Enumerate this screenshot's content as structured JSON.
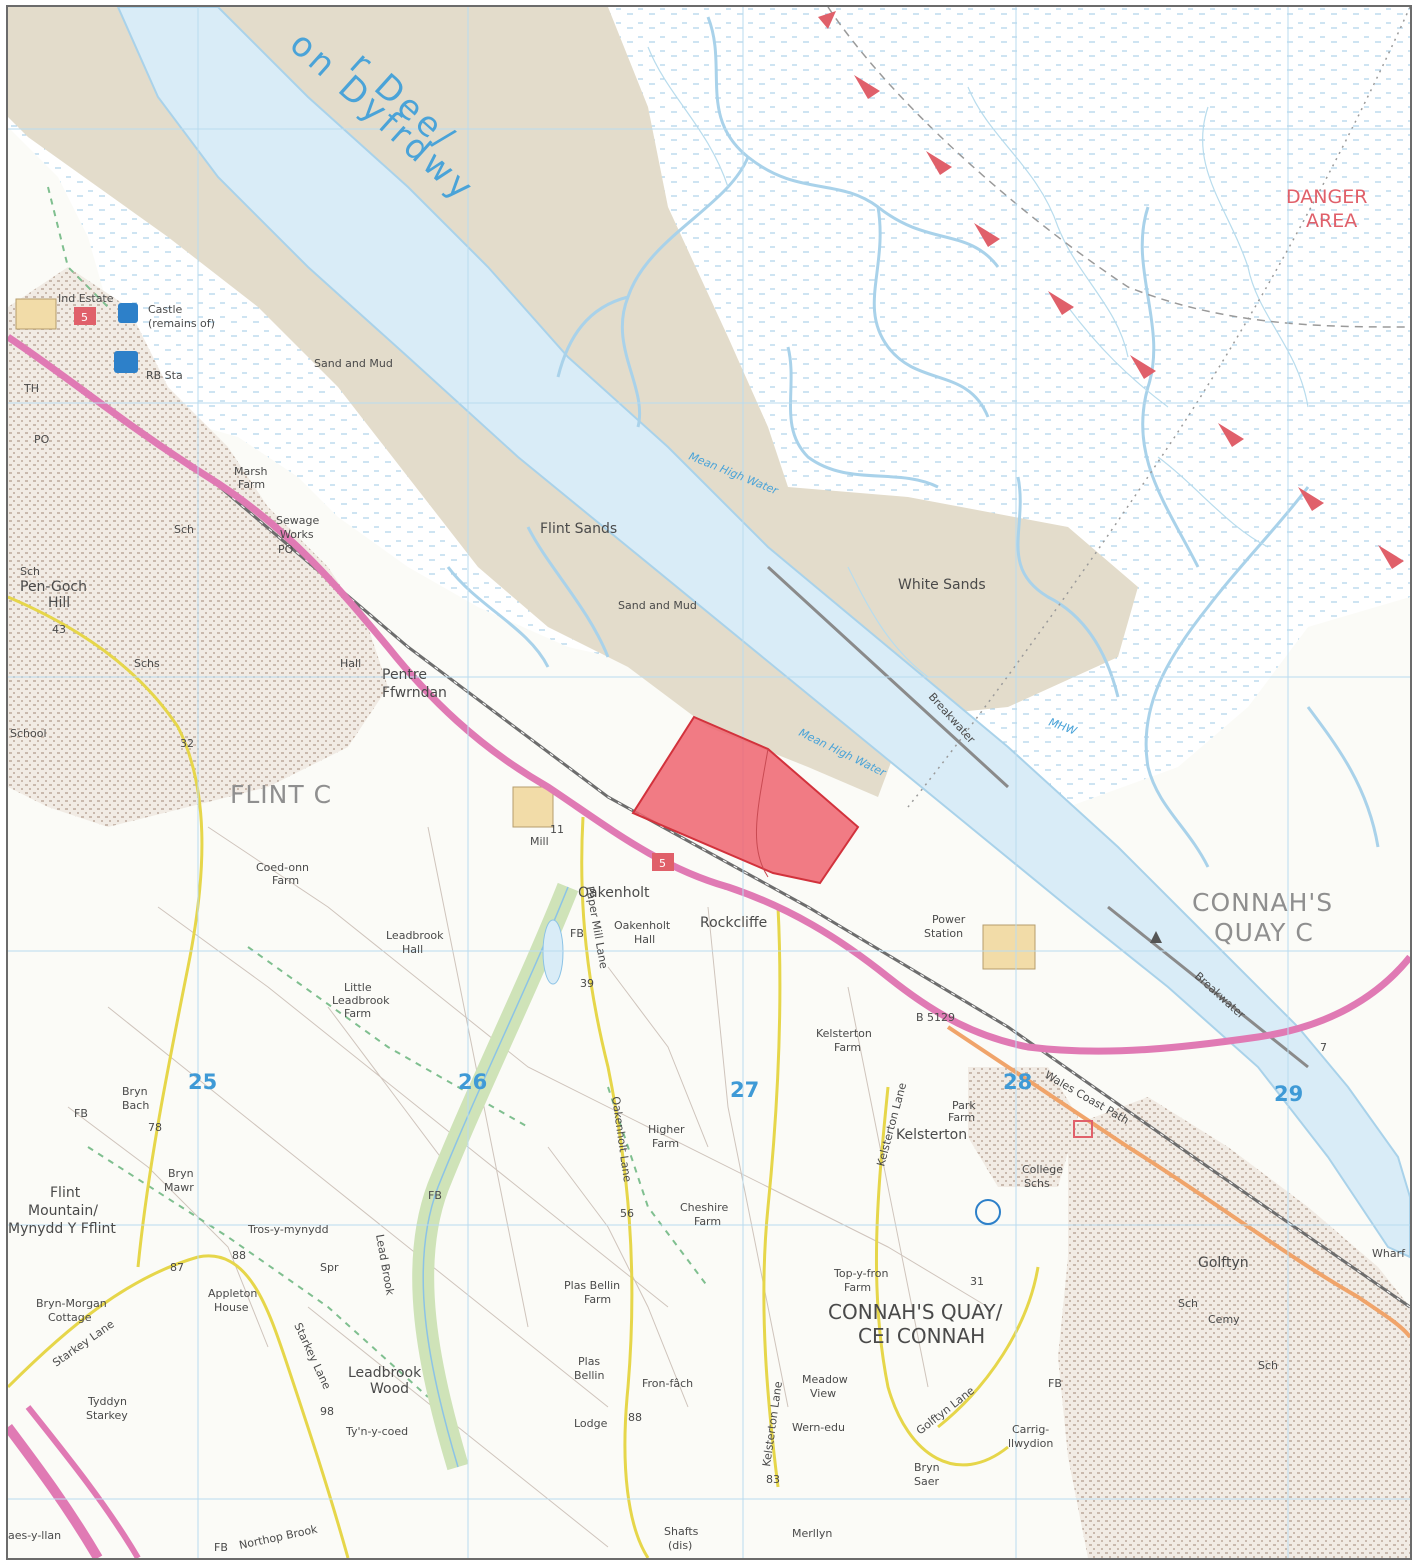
{
  "colors": {
    "land": "#fbfbf7",
    "sand": "#e3dccb",
    "water": "#d9ecf7",
    "channel": "#a9d2ea",
    "road_pink": "#e07ab4",
    "road_yellow": "#e6d64a",
    "green_track": "#7fbf8f",
    "site_fill": "#ef6470",
    "site_stroke": "#d2323c",
    "grid": "#b9dbef",
    "danger": "#e0606a",
    "urban": "#cfc4bc"
  },
  "labels": {
    "river_a": "r Dee/",
    "river_b": "on Dyfrdwy",
    "sand_mud_1": "Sand and Mud",
    "flint_sands": "Flint Sands",
    "sand_mud_2": "Sand and Mud",
    "white_sands": "White Sands",
    "mhw_1": "Mean High Water",
    "mhw_2": "Mean High Water",
    "mhw_3": "MHW",
    "breakwater_1": "Breakwater",
    "breakwater_2": "Breakwater",
    "danger_1": "DANGER",
    "danger_2": "AREA",
    "ind_estate": "Ind Estate",
    "castle_1": "Castle",
    "castle_2": "(remains of)",
    "rb_sta": "RB Sta",
    "th": "TH",
    "po_1": "PO",
    "po_2": "PO",
    "marsh_1": "Marsh",
    "marsh_2": "Farm",
    "sch_1": "Sch",
    "sewage_1": "Sewage",
    "sewage_2": "Works",
    "sch_2": "Sch",
    "pengoch_1": "Pen-Goch",
    "pengoch_2": "Hill",
    "schs_1": "Schs",
    "school": "School",
    "pentre_1": "Pentre",
    "pentre_2": "Ffwrndan",
    "hall": "Hall",
    "flint_c": "FLINT C",
    "mill": "Mill",
    "oakenholt": "Oakenholt",
    "rockcliffe": "Rockcliffe",
    "oakenholt_hall_1": "Oakenholt",
    "oakenholt_hall_2": "Hall",
    "coed_onn_1": "Coed-onn",
    "coed_onn_2": "Farm",
    "leadbrook_hall_1": "Leadbrook",
    "leadbrook_hall_2": "Hall",
    "little_lb_1": "Little",
    "little_lb_2": "Leadbrook",
    "little_lb_3": "Farm",
    "paper_mill_lane": "Paper Mill Lane",
    "power_1": "Power",
    "power_2": "Station",
    "connahs_c_1": "CONNAH'S",
    "connahs_c_2": "QUAY C",
    "kelsterton_farm_1": "Kelsterton",
    "kelsterton_farm_2": "Farm",
    "wales_coast_path": "Wales Coast Path",
    "park_farm_1": "Park",
    "park_farm_2": "Farm",
    "kelsterton": "Kelsterton",
    "kelsterton_lane": "Kelsterton Lane",
    "college_1": "College",
    "college_2": "Schs",
    "higher_farm_1": "Higher",
    "higher_farm_2": "Farm",
    "oakenholt_lane": "Oakenholt Lane",
    "cheshire_1": "Cheshire",
    "cheshire_2": "Farm",
    "bryn_bach_1": "Bryn",
    "bryn_bach_2": "Bach",
    "bryn_mawr_1": "Bryn",
    "bryn_mawr_2": "Mawr",
    "flint_mountain_1": "Flint",
    "flint_mountain_2": "Mountain/",
    "flint_mountain_3": "Mynydd Y Fflint",
    "tros": "Tros-y-mynydd",
    "bryn_morgan_1": "Bryn-Morgan",
    "bryn_morgan_2": "Cottage",
    "appleton_1": "Appleton",
    "appleton_2": "House",
    "starkey_lane_1": "Starkey Lane",
    "starkey_lane_2": "Starkey Lane",
    "lead_brook": "Lead Brook",
    "leadbrook_wood_1": "Leadbrook",
    "leadbrook_wood_2": "Wood",
    "tyddyn_1": "Tyddyn",
    "tyddyn_2": "Starkey",
    "tynycoed": "Ty'n-y-coed",
    "plas_bellin_farm_1": "Plas Bellin",
    "plas_bellin_farm_2": "Farm",
    "plas_bellin_1": "Plas",
    "plas_bellin_2": "Bellin",
    "fron_fach": "Fron-fâch",
    "lodge": "Lodge",
    "top_y_fron_1": "Top-y-fron",
    "top_y_fron_2": "Farm",
    "connahs_town_1": "CONNAH'S QUAY/",
    "connahs_town_2": "CEI CONNAH",
    "meadow_1": "Meadow",
    "meadow_2": "View",
    "wern_edu": "Wern-edu",
    "golftyn_lane": "Golftyn Lane",
    "golftyn": "Golftyn",
    "sch_3": "Sch",
    "cemy": "Cemy",
    "sch_4": "Sch",
    "wharf": "Wharf",
    "fb_1": "FB",
    "fb_2": "FB",
    "fb_3": "FB",
    "fb_4": "FB",
    "fb_5": "FB",
    "carrig_1": "Carrig-",
    "carrig_2": "llwydion",
    "bryn_saer_1": "Bryn",
    "bryn_saer_2": "Saer",
    "shafts_1": "Shafts",
    "shafts_2": "(dis)",
    "merllyn": "Merllyn",
    "northop_brook": "Northop Brook",
    "nerrs": "aes-y-llan",
    "spr": "Spr",
    "road_a548_1": "5",
    "road_a548_2": "5",
    "road_b5129": "B 5129"
  },
  "grid_numbers": {
    "g25": "25",
    "g26": "26",
    "g27": "27",
    "g28": "28",
    "g29": "29"
  },
  "spot_heights": {
    "h43": "43",
    "h32": "32",
    "h11": "11",
    "h39": "39",
    "h78": "78",
    "h87": "87",
    "h88a": "88",
    "h56": "56",
    "h98": "98",
    "h88b": "88",
    "h83": "83",
    "h31": "31",
    "h7": "7"
  }
}
